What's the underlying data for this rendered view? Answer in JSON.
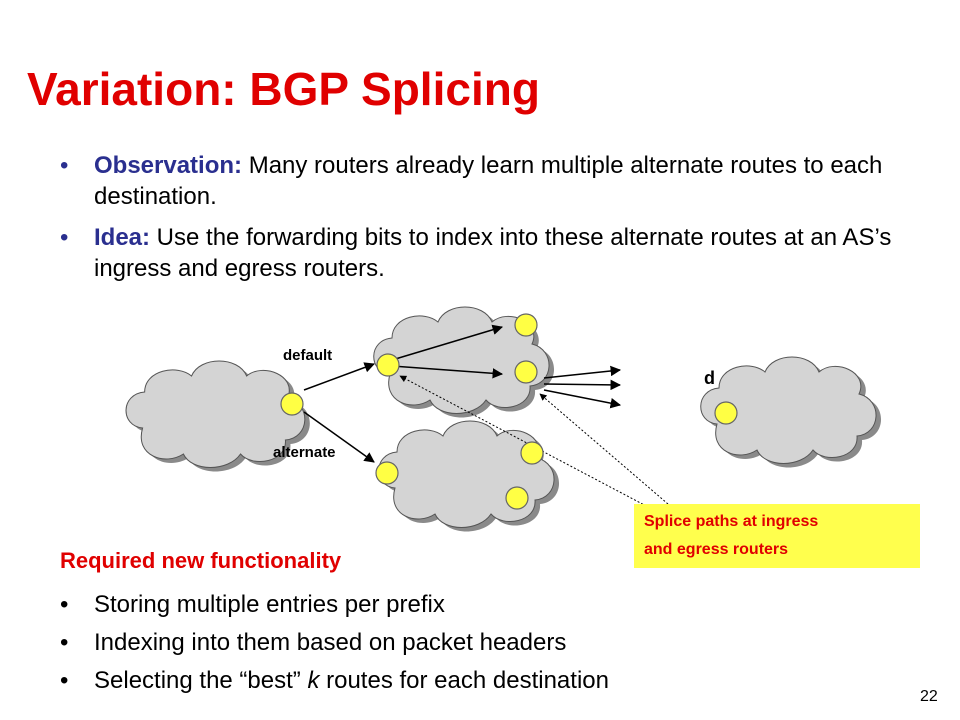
{
  "title": "Variation: BGP Splicing",
  "bullets": [
    {
      "keyword": "Observation:",
      "text": " Many routers already learn multiple alternate routes to each destination."
    },
    {
      "keyword": "Idea:",
      "text": " Use the forwarding bits to index into these alternate routes at an AS’s ingress and egress routers."
    }
  ],
  "diagram": {
    "label_default": "default",
    "label_alternate": "alternate",
    "label_d": "d",
    "callout": [
      "Splice paths at ingress",
      "and egress routers"
    ]
  },
  "required": {
    "title": "Required new functionality",
    "items": [
      {
        "pre": "Storing multiple entries per prefix",
        "em": "",
        "post": ""
      },
      {
        "pre": "Indexing into them based on packet headers",
        "em": "",
        "post": ""
      },
      {
        "pre": "Selecting the “best” ",
        "em": "k",
        "post": " routes for each destination"
      }
    ]
  },
  "page_number": "22",
  "colors": {
    "title": "#e00000",
    "keyword": "#2a2f8f",
    "cloud": "#d4d4d4",
    "router": "#ffff44",
    "callout_bg": "#ffff4d"
  }
}
